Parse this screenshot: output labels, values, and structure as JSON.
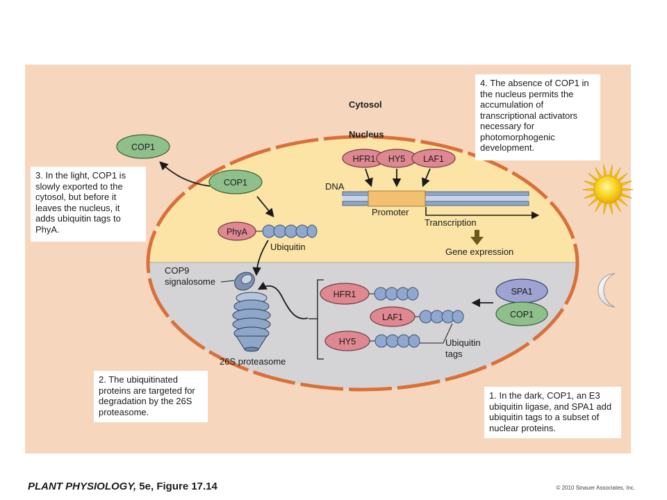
{
  "labels": {
    "cytosol": "Cytosol",
    "nucleus": "Nucleus",
    "dna": "DNA",
    "promoter": "Promoter",
    "transcription": "Transcription",
    "gene_expression": "Gene expression",
    "ubiquitin": "Ubiquitin",
    "cop9_line1": "COP9",
    "cop9_line2": "signalosome",
    "proteasome": "26S proteasome",
    "ubiquitin_tags_line1": "Ubiquitin",
    "ubiquitin_tags_line2": "tags"
  },
  "proteins": {
    "cop1_cytosol": "COP1",
    "cop1_nucleus": "COP1",
    "phya": "PhyA",
    "hfr1_top": "HFR1",
    "hy5_top": "HY5",
    "laf1_top": "LAF1",
    "hfr1_bottom": "HFR1",
    "laf1_bottom": "LAF1",
    "hy5_bottom": "HY5",
    "spa1": "SPA1",
    "cop1_dark": "COP1"
  },
  "callouts": {
    "step1": "1. In the dark, COP1, an E3 ubiquitin ligase, and SPA1 add ubiquitin tags to a subset of nuclear proteins.",
    "step2": "2. The ubiquitinated proteins are targeted for degradation by the 26S proteasome.",
    "step3": "3. In the light, COP1 is slowly exported to the cytosol, but before it leaves the nucleus, it adds ubiquitin tags to PhyA.",
    "step4": "4. The absence of COP1 in the nucleus permits the accumulation of transcriptional activators necessary for photomorphogenic development."
  },
  "caption": {
    "main": "PLANT PHYSIOLOGY,",
    "edition": " 5e, Figure 17.14",
    "copyright": "© 2010 Sinauer Associates, Inc."
  },
  "colors": {
    "background": "#f6d7bd",
    "nucleus_light": "#fbe4a6",
    "nucleus_dark": "#d4d4d6",
    "envelope": "#d9703a",
    "cop1_green": "#8fc08c",
    "activator_pink": "#df8891",
    "spa1_purple": "#9ea3d1",
    "ubiquitin_blue": "#90a8d0",
    "sun": "#f7d11a"
  }
}
